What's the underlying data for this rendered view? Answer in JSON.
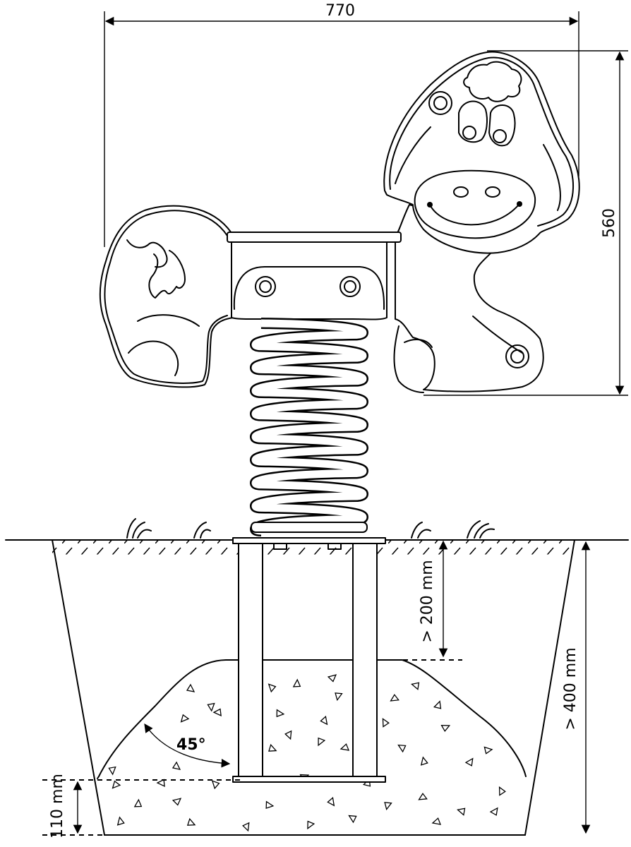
{
  "dimensions": {
    "width_label": "770",
    "height_label": "560",
    "depth_min_label": "> 200 mm",
    "foundation_depth_label": "> 400 mm",
    "base_thickness_label": "110 mm",
    "angle_label": "45°"
  }
}
